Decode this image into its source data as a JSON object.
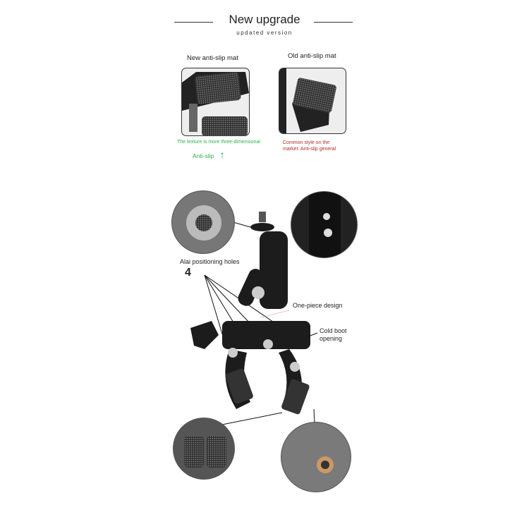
{
  "header": {
    "title": "New upgrade",
    "subtitle": "updated version"
  },
  "comparison": {
    "new": {
      "label": "New anti-slip mat",
      "note": "The texture is more three-dimensional",
      "badge": "Anti-slip",
      "arrow": "↑"
    },
    "old": {
      "label": "Old anti-slip mat",
      "note_line1": "Common style on the",
      "note_line2": "market. Anti-slip general"
    }
  },
  "callouts": {
    "holes_label": "Alai positioning holes",
    "holes_count": "4",
    "one_piece": "One-piece design",
    "cold_boot_line1": "Cold boot",
    "cold_boot_line2": "opening"
  },
  "colors": {
    "green": "#2bb34a",
    "red": "#b42a2a"
  }
}
